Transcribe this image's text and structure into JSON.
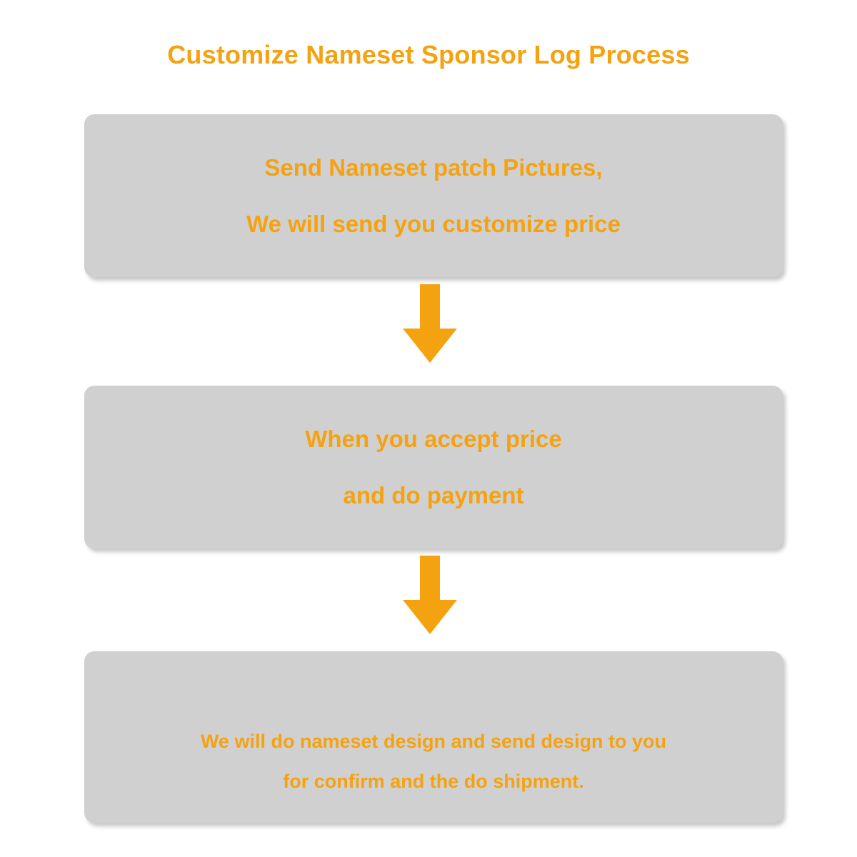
{
  "title": "Customize Nameset Sponsor Log Process",
  "accent_color": "#F5A211",
  "box_color": "#D0D0D0",
  "steps": [
    {
      "id": "step-1",
      "line1": "Send Nameset patch Pictures,",
      "line2": "We will send you customize price"
    },
    {
      "id": "step-2",
      "line1": "When you accept price",
      "line2": "and do payment"
    },
    {
      "id": "step-3",
      "line1": "We will do nameset design and send design to you",
      "line2": "for confirm and the do shipment."
    }
  ],
  "connectors": [
    {
      "id": "arrow-1",
      "direction": "down"
    },
    {
      "id": "arrow-2",
      "direction": "down"
    }
  ]
}
